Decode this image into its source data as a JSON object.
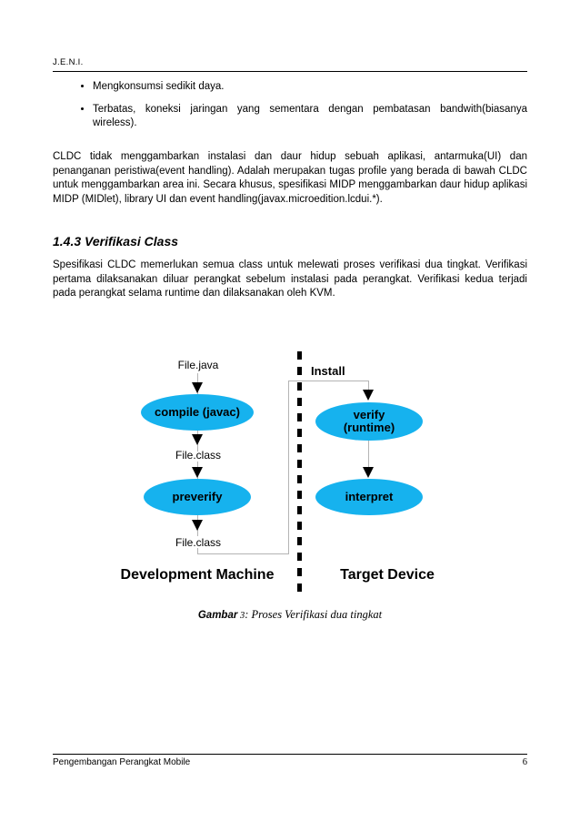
{
  "header": {
    "title": "J.E.N.I."
  },
  "content": {
    "bullets": [
      "Mengkonsumsi sedikit daya.",
      "Terbatas, koneksi jaringan yang sementara dengan pembatasan bandwith(biasanya wireless)."
    ],
    "paragraph1": "CLDC tidak menggambarkan instalasi dan daur hidup sebuah aplikasi, antarmuka(UI) dan penanganan peristiwa(event handling). Adalah merupakan tugas profile yang berada di bawah CLDC untuk menggambarkan area ini. Secara khusus, spesifikasi MIDP menggambarkan daur hidup aplikasi MIDP (MIDlet), library UI dan event handling(javax.microedition.lcdui.*).",
    "section_heading": "1.4.3 Verifikasi Class",
    "paragraph2": "Spesifikasi CLDC memerlukan semua class untuk melewati proses verifikasi dua tingkat. Verifikasi pertama dilaksanakan diluar perangkat sebelum instalasi pada perangkat. Verifikasi kedua terjadi pada perangkat selama runtime dan dilaksanakan oleh KVM."
  },
  "diagram": {
    "left_column": {
      "file_java": "File.java",
      "compile": "compile (javac)",
      "file_class_1": "File.class",
      "preverify": "preverify",
      "file_class_2": "File.class",
      "zone_label": "Development Machine"
    },
    "right_column": {
      "install": "Install",
      "verify_line1": "verify",
      "verify_line2": "(runtime)",
      "interpret": "interpret",
      "zone_label": "Target Device"
    },
    "colors": {
      "ellipse_fill": "#16b2ee",
      "connector_line": "#b4b4b4",
      "arrow": "#000000",
      "divider_dash": "#000000"
    }
  },
  "caption": {
    "prefix": "Gambar",
    "number": " 3",
    "rest": ": Proses Verifikasi dua tingkat"
  },
  "footer": {
    "left": "Pengembangan Perangkat Mobile",
    "page_number": "6"
  }
}
